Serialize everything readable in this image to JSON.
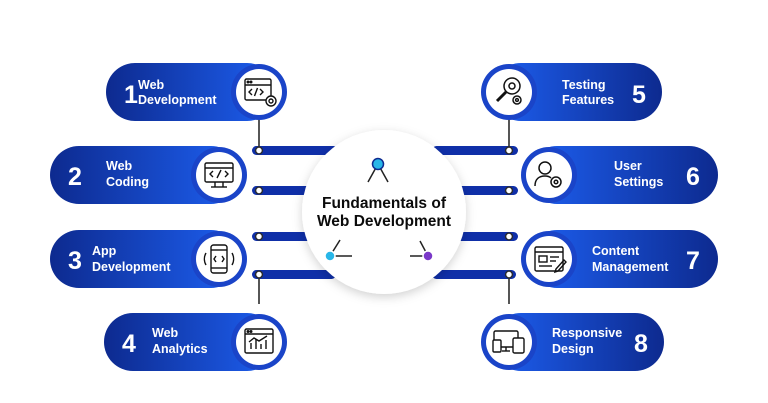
{
  "center": {
    "title_line1": "Fundamentals of",
    "title_line2": "Web Development"
  },
  "colors": {
    "pill_dark": "#0d2a8f",
    "pill_light": "#1d5ff0",
    "connector": "#0f2fa8",
    "center_cyan": "#28b6e8",
    "center_purple": "#7a38c8",
    "text_white": "#ffffff",
    "text_dark": "#0b0b0b"
  },
  "items": [
    {
      "number": "1",
      "line1": "Web",
      "line2": "Development",
      "icon": "web-development-icon"
    },
    {
      "number": "2",
      "line1": "Web",
      "line2": "Coding",
      "icon": "web-coding-icon"
    },
    {
      "number": "3",
      "line1": "App",
      "line2": "Development",
      "icon": "app-development-icon"
    },
    {
      "number": "4",
      "line1": "Web",
      "line2": "Analytics",
      "icon": "web-analytics-icon"
    },
    {
      "number": "5",
      "line1": "Testing",
      "line2": "Features",
      "icon": "testing-features-icon"
    },
    {
      "number": "6",
      "line1": "User",
      "line2": "Settings",
      "icon": "user-settings-icon"
    },
    {
      "number": "7",
      "line1": "Content",
      "line2": "Management",
      "icon": "content-management-icon"
    },
    {
      "number": "8",
      "line1": "Responsive",
      "line2": "Design",
      "icon": "responsive-design-icon"
    }
  ]
}
